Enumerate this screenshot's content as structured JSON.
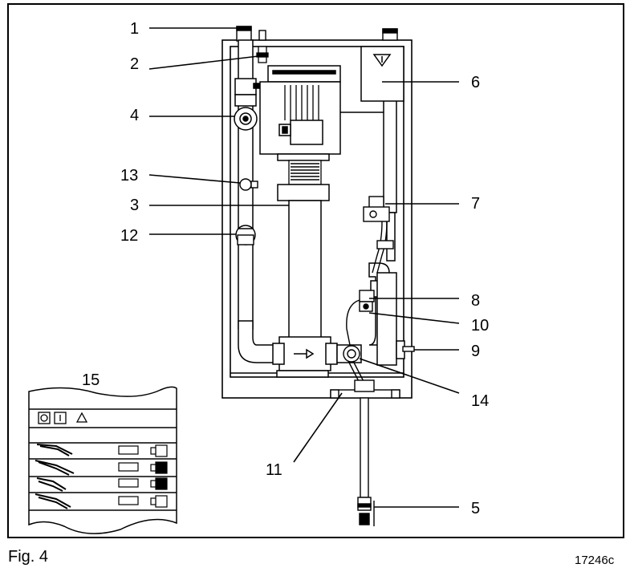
{
  "figure": {
    "caption": "Fig. 4",
    "code": "17246c"
  },
  "callouts": {
    "c1": "1",
    "c2": "2",
    "c3": "3",
    "c4": "4",
    "c5": "5",
    "c6": "6",
    "c7": "7",
    "c8": "8",
    "c9": "9",
    "c10": "10",
    "c11": "11",
    "c12": "12",
    "c13": "13",
    "c14": "14",
    "c15": "15"
  },
  "icons": [
    "power-off-icon",
    "power-on-icon",
    "warning-triangle-icon",
    "arrow-icon"
  ]
}
